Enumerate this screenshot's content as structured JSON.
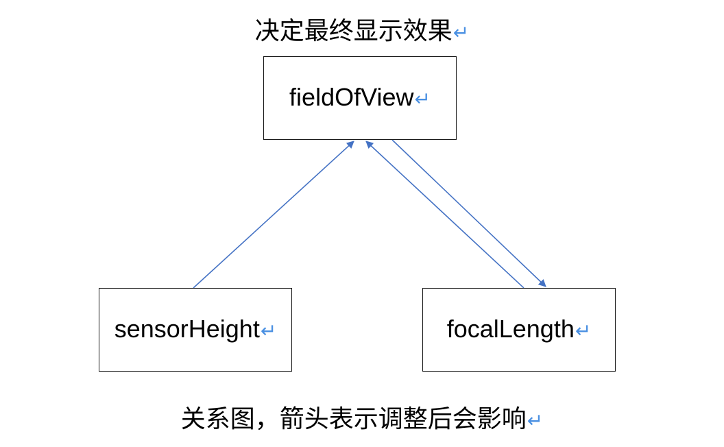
{
  "title": "决定最终显示效果",
  "caption": "关系图，箭头表示调整后会影响",
  "paragraph_mark": "↵",
  "nodes": {
    "fov": "fieldOfView",
    "sensor": "sensorHeight",
    "focal": "focalLength"
  },
  "edges": [
    {
      "from": "sensorHeight",
      "to": "fieldOfView"
    },
    {
      "from": "focalLength",
      "to": "fieldOfView"
    },
    {
      "from": "fieldOfView",
      "to": "focalLength"
    }
  ],
  "colors": {
    "arrow": "#4472c4",
    "paragraph_mark": "#4a90e2",
    "box_border": "#1a1a1a"
  }
}
